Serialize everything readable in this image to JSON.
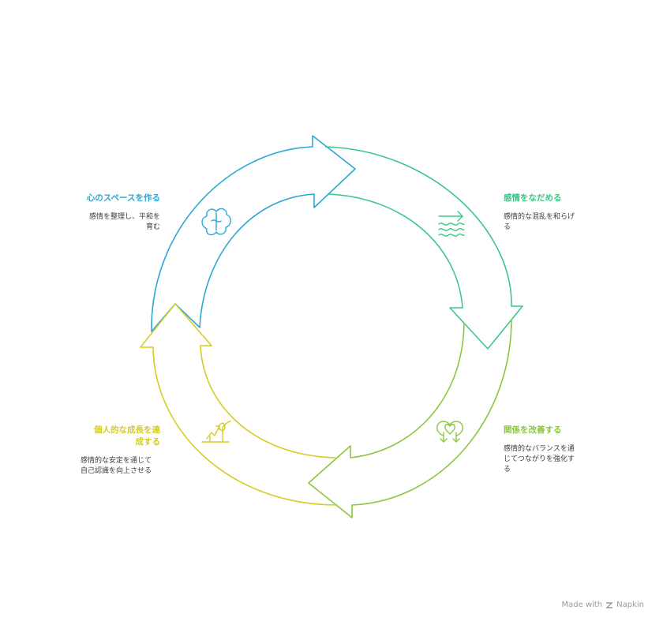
{
  "colors": {
    "blue": "#2aa8d6",
    "green": "#3cc789",
    "lime": "#8cc63f",
    "yellow": "#d6cc24"
  },
  "stages": [
    {
      "title": "心のスペースを作る",
      "desc_lines": [
        "感情を整理し、平和を",
        "育む"
      ],
      "icon": "brain-icon"
    },
    {
      "title": "感情をなだめる",
      "desc_lines": [
        "感情的な混乱を和らげ",
        "る"
      ],
      "icon": "waves-icon"
    },
    {
      "title": "関係を改善する",
      "desc_lines": [
        "感情的なバランスを通",
        "じてつながりを強化す",
        "る"
      ],
      "icon": "heart-arrows-icon"
    },
    {
      "title_lines": [
        "個人的な成長を達",
        "成する"
      ],
      "desc_lines": [
        "感情的な安定を通じて",
        "自己認識を向上させる"
      ],
      "icon": "plant-growth-icon"
    }
  ],
  "footer": {
    "made_with": "Made with",
    "brand": "Napkin"
  }
}
